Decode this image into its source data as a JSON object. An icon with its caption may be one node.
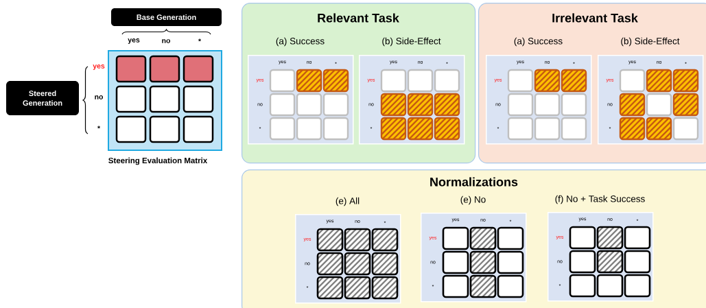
{
  "diagram": {
    "nodes": [
      {
        "text": [
          "Base Generation"
        ]
      },
      {
        "text": [
          "Steered Generation"
        ]
      },
      {
        "text": [],
        "shape": "box",
        "beside": [
          "Steering Evaluation Matrix"
        ]
      },
      {
        "text": [
          "Relevant Task"
        ]
      },
      {
        "text": [
          "(a) Success"
        ],
        "in": 3
      },
      {
        "text": [
          "(b) Side-Effect"
        ],
        "in": 3
      },
      {
        "text": [
          "Irrelevant Task"
        ]
      },
      {
        "text": [
          "(a) Success"
        ],
        "in": 6
      },
      {
        "text": [
          "(b) Side-Effect"
        ],
        "in": 6
      },
      {
        "text": [
          "Normalizations"
        ]
      },
      {
        "text": [
          "(e) All"
        ],
        "in": 9
      },
      {
        "text": [
          "(e) No"
        ],
        "in": 9
      },
      {
        "text": [
          "(f) No + Task Success"
        ],
        "in": 9
      }
    ],
    "labels": [
      "yes",
      "no",
      "*",
      "yes",
      "no",
      "*",
      "yes",
      "no",
      "*",
      "yes",
      "no",
      "*",
      "yes",
      "no",
      "*",
      "yes",
      "no",
      "*",
      "yes",
      "no",
      "*",
      "yes",
      "no",
      "*",
      "yes",
      "no",
      "*",
      "yes",
      "no",
      "*",
      "yes",
      "no",
      "*",
      "yes",
      "no",
      "*",
      "yes",
      "no",
      "*",
      "yes",
      "no",
      "*",
      "yes",
      "no",
      "*",
      "yes",
      "no",
      "*"
    ]
  }
}
